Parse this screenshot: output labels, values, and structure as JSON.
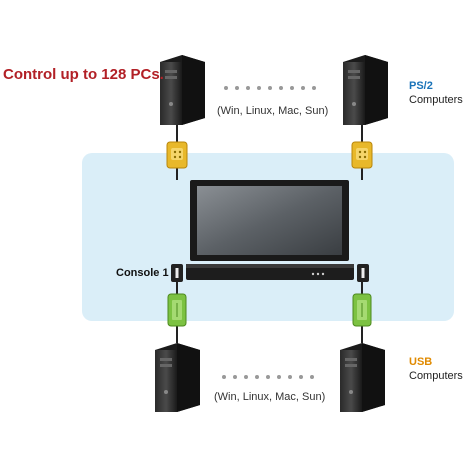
{
  "headline": "Control up to 128 PCs.",
  "os_list": "(Win, Linux, Mac, Sun)",
  "groups": {
    "ps2": {
      "title": "PS/2",
      "subtitle": "Computers",
      "color": "#1a73b8"
    },
    "usb": {
      "title": "USB",
      "subtitle": "Computers",
      "color": "#e08a00"
    }
  },
  "console_label": "Console 1",
  "colors": {
    "headline": "#b22026",
    "panel": "#daeef8",
    "ps2_connector": "#e8b82a",
    "usb_connector": "#7cc242"
  }
}
